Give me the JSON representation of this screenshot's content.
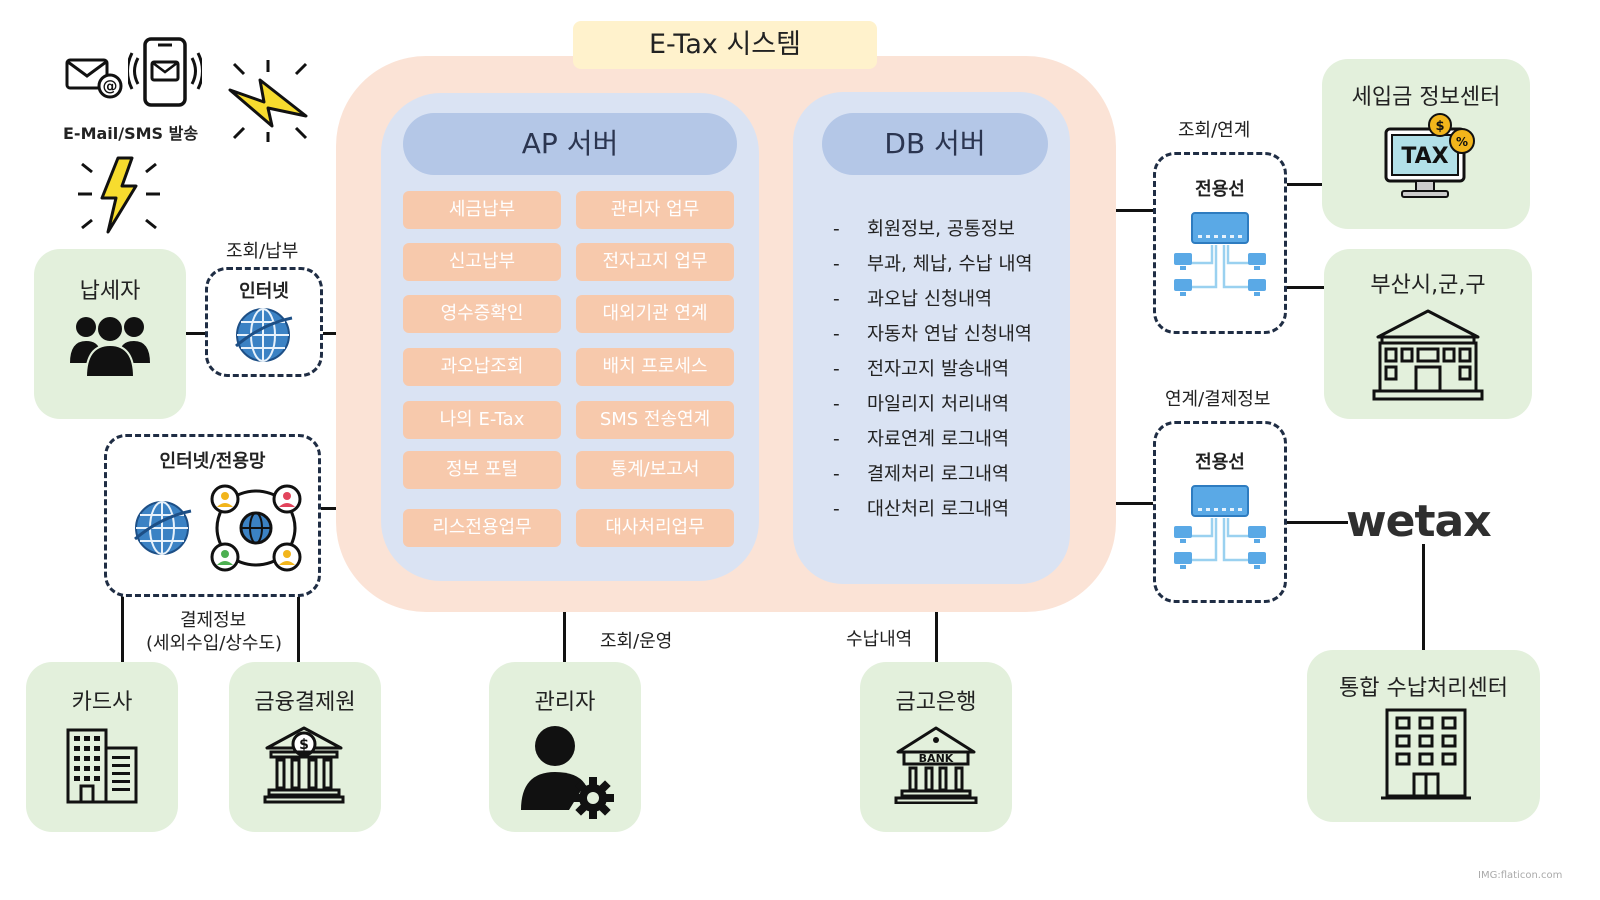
{
  "title": "E-Tax 시스템",
  "ap_server": {
    "title": "AP 서버",
    "items": [
      "세금납부",
      "관리자 업무",
      "신고납부",
      "전자고지 업무",
      "영수증확인",
      "대외기관 연계",
      "과오납조회",
      "배치 프로세스",
      "나의 E-Tax",
      "SMS 전송연계",
      "정보 포털",
      "통계/보고서",
      "리스전용업무",
      "대사처리업무"
    ]
  },
  "db_server": {
    "title": "DB 서버",
    "bullet": "-",
    "items": [
      "회원정보, 공통정보",
      "부과, 체납, 수납 내역",
      "과오납 신청내역",
      "자동차 연납 신청내역",
      "전자고지 발송내역",
      "마일리지 처리내역",
      "자료연계 로그내역",
      "결제처리 로그내역",
      "대산처리 로그내역"
    ]
  },
  "left": {
    "email_sms_label": "E-Mail/SMS 발송",
    "taxpayer": "납세자",
    "query_pay_label": "조회/납부",
    "internet": "인터넷",
    "internet_dedicated": "인터넷/전용망",
    "payment_info_label": "결제정보",
    "payment_info_sub": "(세외수입/상수도)",
    "card_company": "카드사",
    "financial_settlement": "금융결제원"
  },
  "bottom": {
    "query_ops_label": "조회/운영",
    "admin": "관리자",
    "receipt_label": "수납내역",
    "bank": "금고은행",
    "bank_sign": "BANK"
  },
  "right": {
    "query_link_label": "조회/연계",
    "dedicated_line_1": "전용선",
    "tax_info_center": "세입금 정보센터",
    "tax_sign": "TAX",
    "busan": "부산시,군,구",
    "link_payment_label": "연계/결제정보",
    "dedicated_line_2": "전용선",
    "wetax_logo": "wetax",
    "integrated_center": "통합 수납처리센터"
  },
  "credit": "IMG:flaticon.com",
  "colors": {
    "system_bg": "#fbe3d6",
    "server_bg": "#dae3f3",
    "server_header": "#b4c7e7",
    "pill": "#f7c9ac",
    "green_box": "#e3f0dc",
    "title_bg": "#fff2cc",
    "dash_border": "#1f2d44"
  }
}
